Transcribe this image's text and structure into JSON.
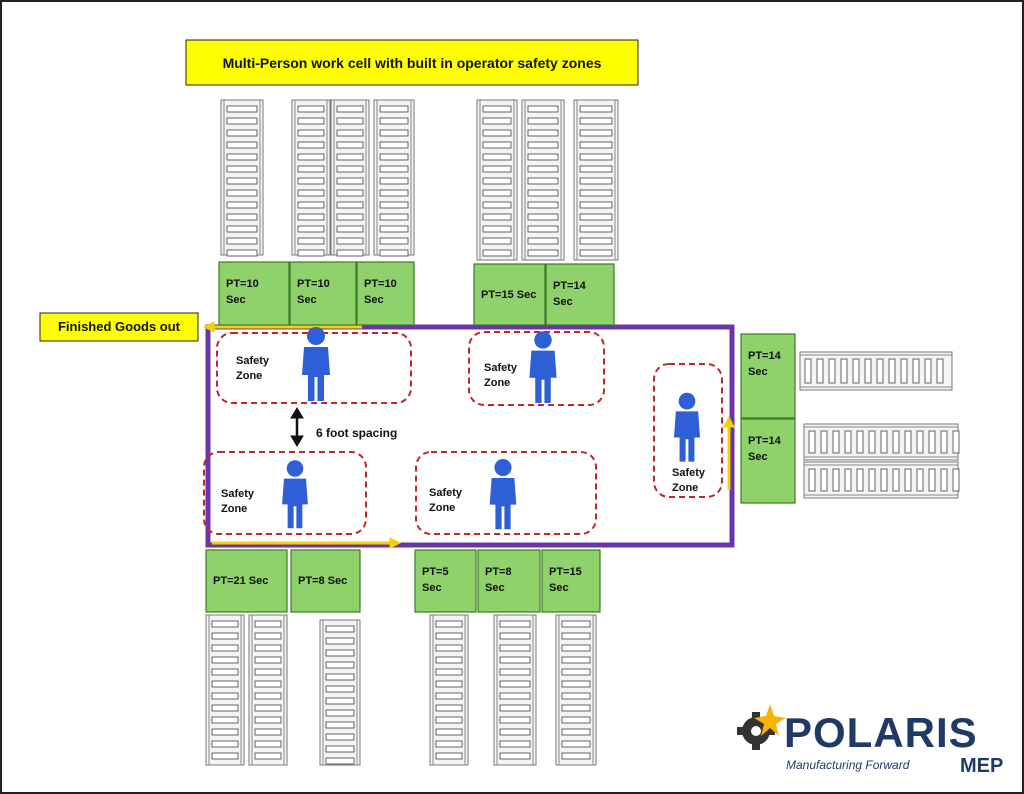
{
  "title": "Multi-Person work cell with built in operator safety zones",
  "finished_goods": "Finished Goods out",
  "spacing_label": "6 foot spacing",
  "safety_zone": {
    "line1": "Safety",
    "line2": "Zone"
  },
  "stations_top": [
    {
      "line1": "PT=10",
      "line2": "Sec"
    },
    {
      "line1": "PT=10",
      "line2": "Sec"
    },
    {
      "line1": "PT=10",
      "line2": "Sec"
    },
    {
      "line1": "PT=15 Sec",
      "line2": ""
    },
    {
      "line1": "PT=14",
      "line2": "Sec"
    }
  ],
  "stations_right": [
    {
      "line1": "PT=14",
      "line2": "Sec"
    },
    {
      "line1": "PT=14",
      "line2": "Sec"
    }
  ],
  "stations_bottom": [
    {
      "line1": "PT=21 Sec",
      "line2": ""
    },
    {
      "line1": "PT=8 Sec",
      "line2": ""
    },
    {
      "line1": "PT=5",
      "line2": "Sec"
    },
    {
      "line1": "PT=8",
      "line2": "Sec"
    },
    {
      "line1": "PT=15",
      "line2": "Sec"
    }
  ],
  "logo": {
    "brand": "POLARIS",
    "suffix": "MEP",
    "tagline": "Manufacturing Forward"
  },
  "colors": {
    "station_fill": "#8fd16a",
    "station_stroke": "#3d7a2a",
    "flow_line": "#6a35a8",
    "arrow": "#f2d200",
    "zone_dash": "#c0262b",
    "operator": "#2f5fd6",
    "title_bg": "#ffff00",
    "brand_navy": "#1f3a66",
    "brand_gold": "#f5b400"
  },
  "icons": [
    "operator-icon",
    "double-arrow-icon",
    "gear-star-icon"
  ]
}
